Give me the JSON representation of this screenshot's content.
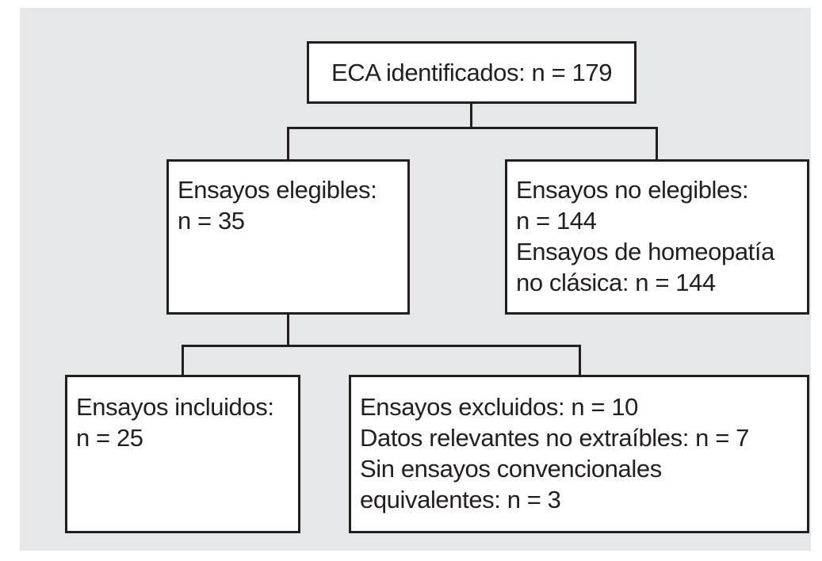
{
  "figure": {
    "type": "flow-diagram",
    "language": "es",
    "colors": {
      "panel_background": "#e6e7e9",
      "box_background": "#ffffff",
      "box_border": "#231f20",
      "text": "#231f20"
    },
    "nodes": {
      "identified": {
        "lines": [
          "ECA identificados: n = 179"
        ]
      },
      "eligible": {
        "lines": [
          "Ensayos elegibles:",
          "n = 35"
        ]
      },
      "not_eligible": {
        "lines": [
          "Ensayos no elegibles:",
          "n = 144",
          "Ensayos de homeopatía",
          "no clásica: n = 144"
        ]
      },
      "included": {
        "lines": [
          "Ensayos incluidos:",
          "n = 25"
        ]
      },
      "excluded": {
        "lines": [
          "Ensayos excluidos: n = 10",
          "Datos relevantes no extraíbles: n = 7",
          "Sin ensayos convencionales",
          "equivalentes: n = 3"
        ]
      }
    },
    "edges": [
      "identified -> eligible",
      "identified -> not_eligible",
      "eligible -> included",
      "eligible -> excluded"
    ]
  }
}
